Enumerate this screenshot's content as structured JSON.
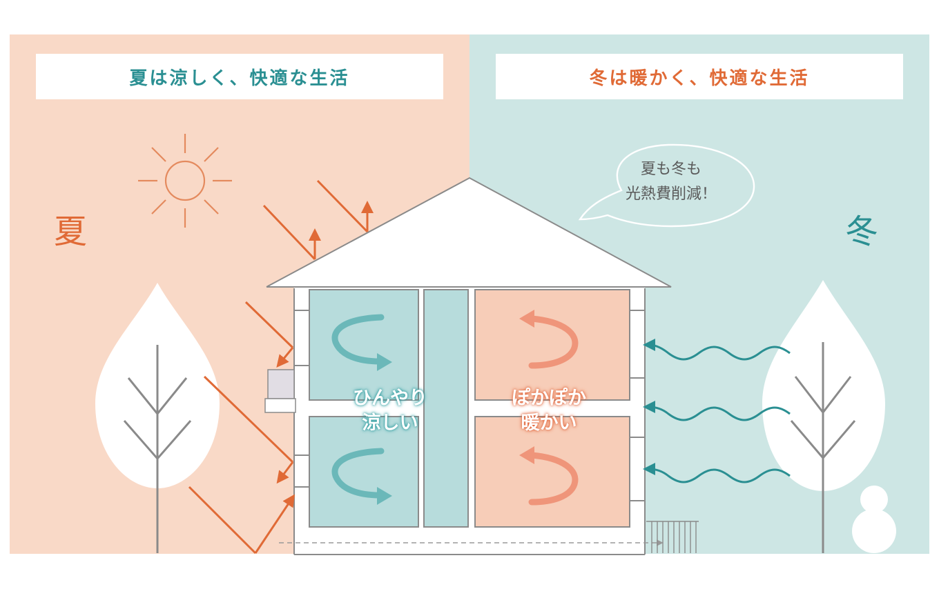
{
  "colors": {
    "summer_bg": "#f9d9c7",
    "winter_bg": "#cde6e4",
    "summer_accent": "#e06a36",
    "winter_accent": "#2a8f92",
    "cool_room": "#b7dcdc",
    "warm_room": "#f7cdb8"
  },
  "summer": {
    "banner": "夏は涼しく、快適な生活",
    "season_label": "夏"
  },
  "winter": {
    "banner": "冬は暖かく、快適な生活",
    "season_label": "冬"
  },
  "bubble": {
    "line1": "夏も冬も",
    "line2": "光熱費削減！"
  },
  "rooms": {
    "cool_line1": "ひんやり",
    "cool_line2": "涼しい",
    "warm_line1": "ぽかぽか",
    "warm_line2": "暖かい"
  },
  "icons": [
    "sun-icon",
    "tree-icon",
    "snowman-icon",
    "speech-bubble-icon",
    "arrow-icon",
    "wave-arrow-icon"
  ]
}
